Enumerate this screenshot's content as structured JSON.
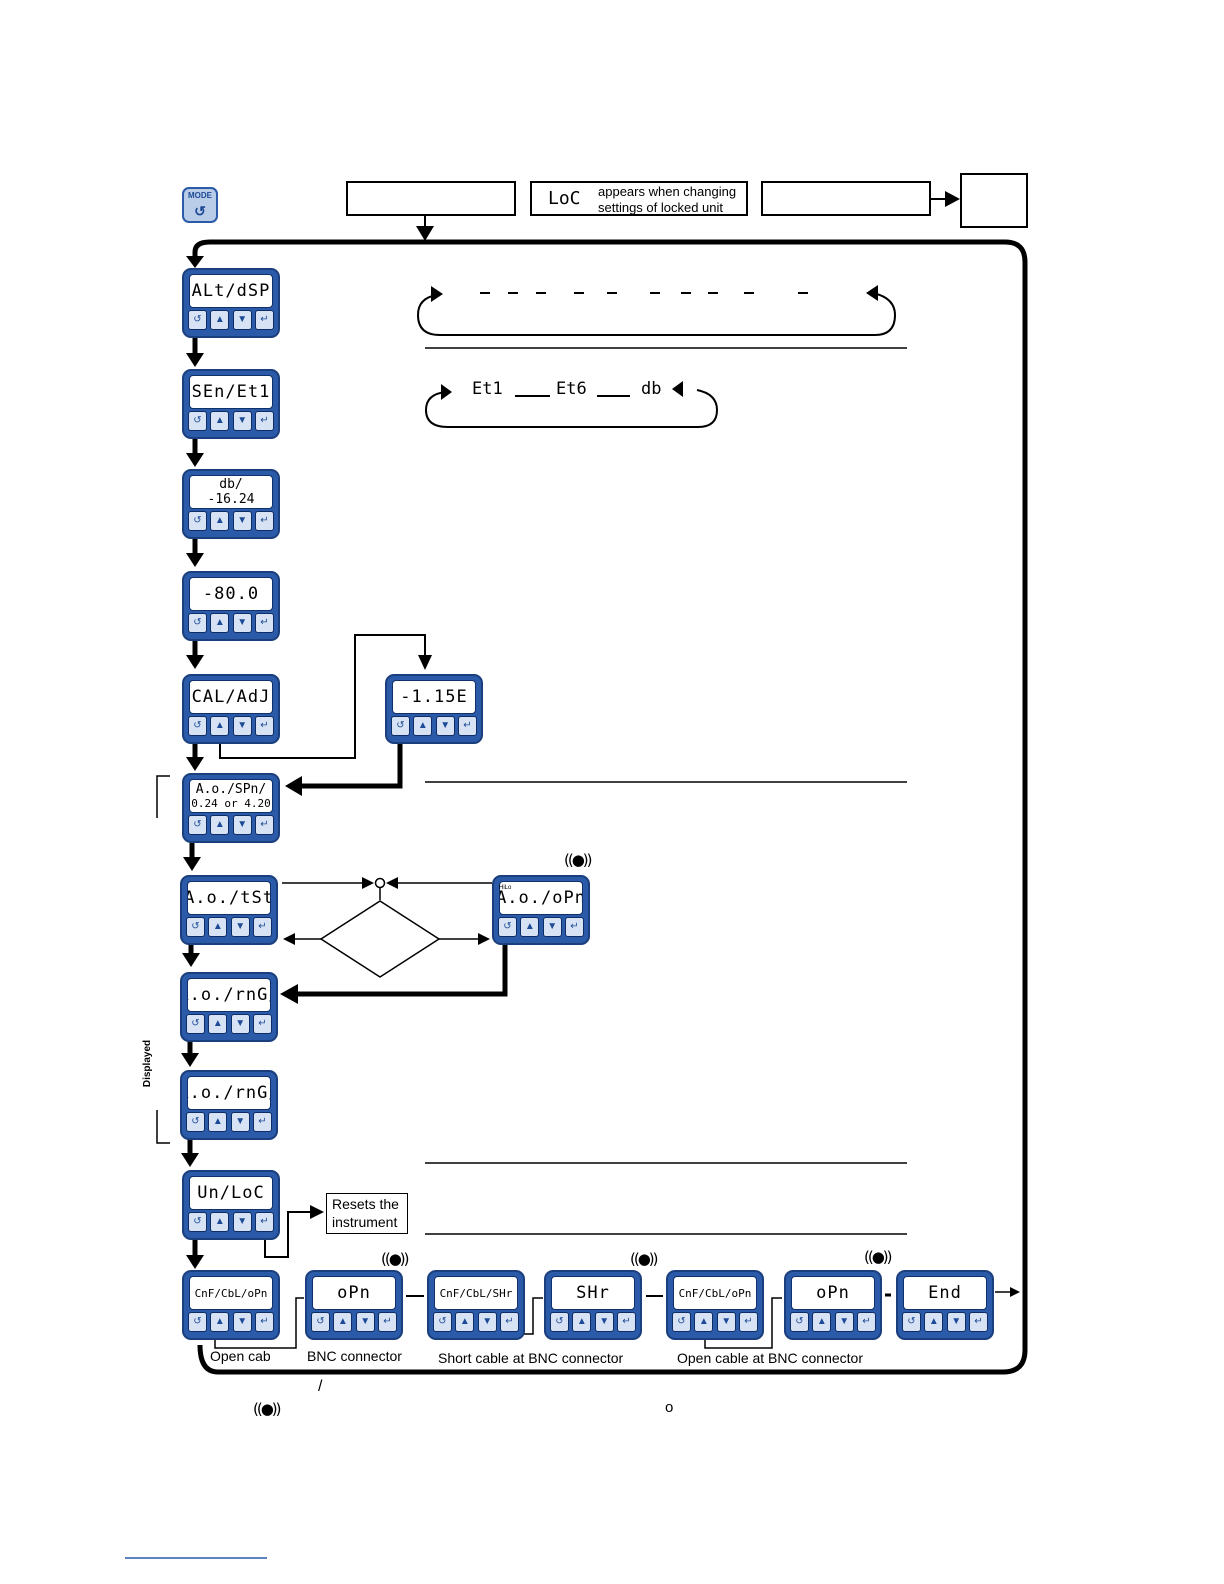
{
  "lock_note": {
    "code": "LoC",
    "line1": "appears when changing",
    "line2": "settings of locked unit"
  },
  "cycle_menu": {
    "sen_options": [
      "Et1",
      "Et6",
      "db"
    ]
  },
  "keys": {
    "mode": "↺",
    "up": "▲",
    "down": "▼",
    "enter": "↵"
  },
  "mode_icon_label": "MODE",
  "units": {
    "alt_dsp": [
      "ALt/dSP"
    ],
    "sen_et1": [
      "SEn/Et1"
    ],
    "db_val": [
      "db/",
      "-16.24"
    ],
    "minus80": [
      "-80.0"
    ],
    "cal_adj": [
      "CAL/AdJ"
    ],
    "cal_val": [
      "-1.15E"
    ],
    "ao_spn": [
      "A.o./SPn/",
      "0.24 or 4.20"
    ],
    "ao_tst": [
      "A.o./tSt"
    ],
    "ao_opn": [
      "A.o./oPn"
    ],
    "ao_rng1": [
      "A.o./rnG/"
    ],
    "ao_rng2": [
      "A.o./rnG/"
    ],
    "un_loc": [
      "Un/LoC"
    ],
    "cnf_opn1": [
      "CnF/CbL/oPn"
    ],
    "opn1": [
      "oPn"
    ],
    "cnf_shr": [
      "CnF/CbL/SHr"
    ],
    "shr": [
      "SHr"
    ],
    "cnf_opn2": [
      "CnF/CbL/oPn"
    ],
    "opn2": [
      "oPn"
    ],
    "end": [
      "End"
    ]
  },
  "ao_opn_small": "HiLo",
  "resets": {
    "line1": "Resets the",
    "line2": "instrument"
  },
  "captions": {
    "open_cab": "Open cab",
    "bnc": "BNC connector",
    "short_cable": "Short cable at BNC connector",
    "open_cable": "Open cable at BNC connector"
  },
  "side_label": "Displayed",
  "slash": "/",
  "letter_o": "o",
  "buzzer_symbol": "((●))"
}
